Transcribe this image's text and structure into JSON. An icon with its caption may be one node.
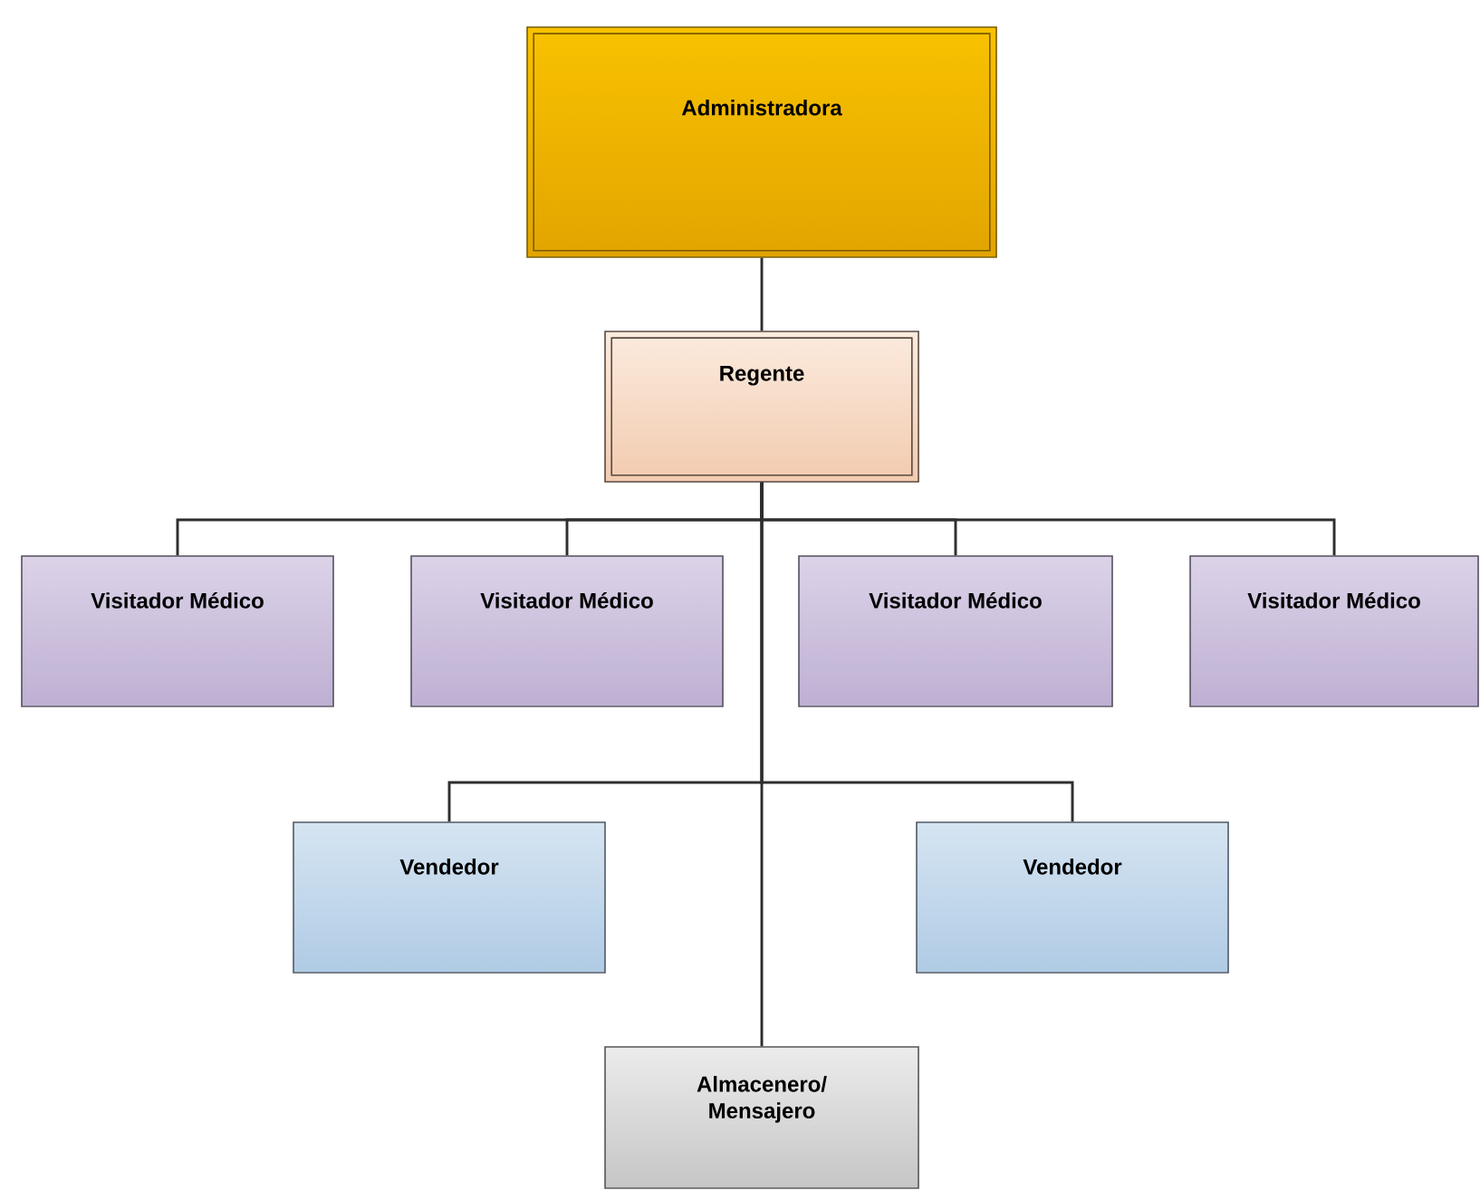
{
  "diagram": {
    "nodes": [
      {
        "text": [
          "Administradora"
        ]
      },
      {
        "text": [
          "Regente"
        ]
      },
      {
        "text": [
          "Visitador Médico"
        ]
      },
      {
        "text": [
          "Visitador Médico"
        ]
      },
      {
        "text": [
          "Visitador Médico"
        ]
      },
      {
        "text": [
          "Visitador Médico"
        ]
      },
      {
        "text": [
          "Vendedor"
        ]
      },
      {
        "text": [
          "Vendedor"
        ]
      },
      {
        "text": [
          "Almacenero/ Mensajero"
        ]
      }
    ],
    "edges": [
      {
        "from": 0,
        "to": 1,
        "arrow": "none"
      },
      {
        "from": 1,
        "to": 2,
        "arrow": "none"
      },
      {
        "from": 1,
        "to": 3,
        "arrow": "none"
      },
      {
        "from": 1,
        "to": 4,
        "arrow": "none"
      },
      {
        "from": 1,
        "to": 5,
        "arrow": "none"
      },
      {
        "from": 1,
        "to": 6,
        "arrow": "none"
      },
      {
        "from": 1,
        "to": 7,
        "arrow": "none"
      },
      {
        "from": 1,
        "to": 8,
        "arrow": "none"
      }
    ]
  }
}
